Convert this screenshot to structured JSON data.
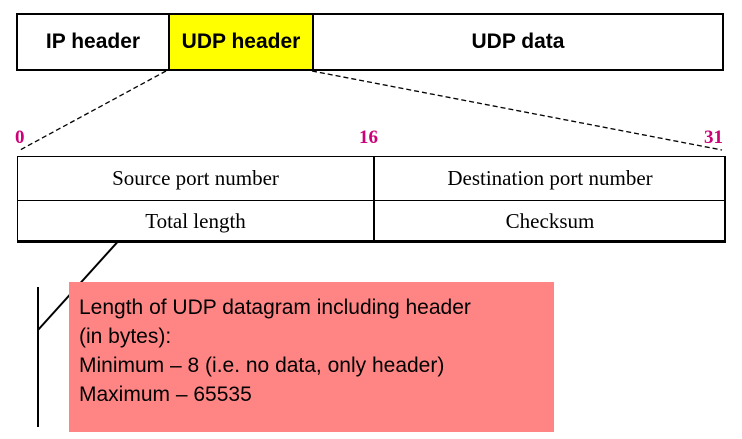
{
  "packet": {
    "ip_header": "IP header",
    "udp_header": "UDP header",
    "udp_data": "UDP data"
  },
  "bits": {
    "start": "0",
    "mid": "16",
    "end": "31"
  },
  "udp_header_fields": {
    "row1": [
      "Source port number",
      "Destination port number"
    ],
    "row2": [
      "Total length",
      "Checksum"
    ]
  },
  "note": {
    "line1": "Length of UDP datagram including header",
    "line2": "(in bytes):",
    "line3": "Minimum – 8 (i.e. no data, only header)",
    "line4": "Maximum – 65535"
  },
  "colors": {
    "udp_header_fill": "#ffff00",
    "bit_label": "#cc0077",
    "note_fill": "#ff8585"
  }
}
